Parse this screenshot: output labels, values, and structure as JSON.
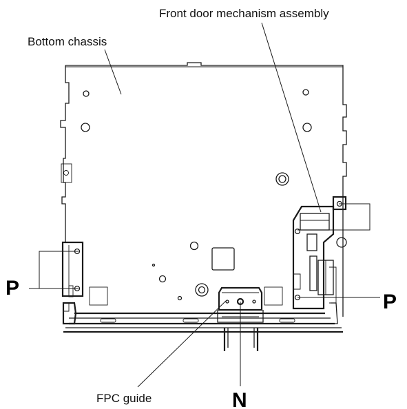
{
  "labels": {
    "front_door": "Front door mechanism assembly",
    "bottom_chassis": "Bottom chassis",
    "fpc_guide": "FPC guide",
    "screw_p_left": "P",
    "screw_p_right": "P",
    "screw_n": "N"
  }
}
